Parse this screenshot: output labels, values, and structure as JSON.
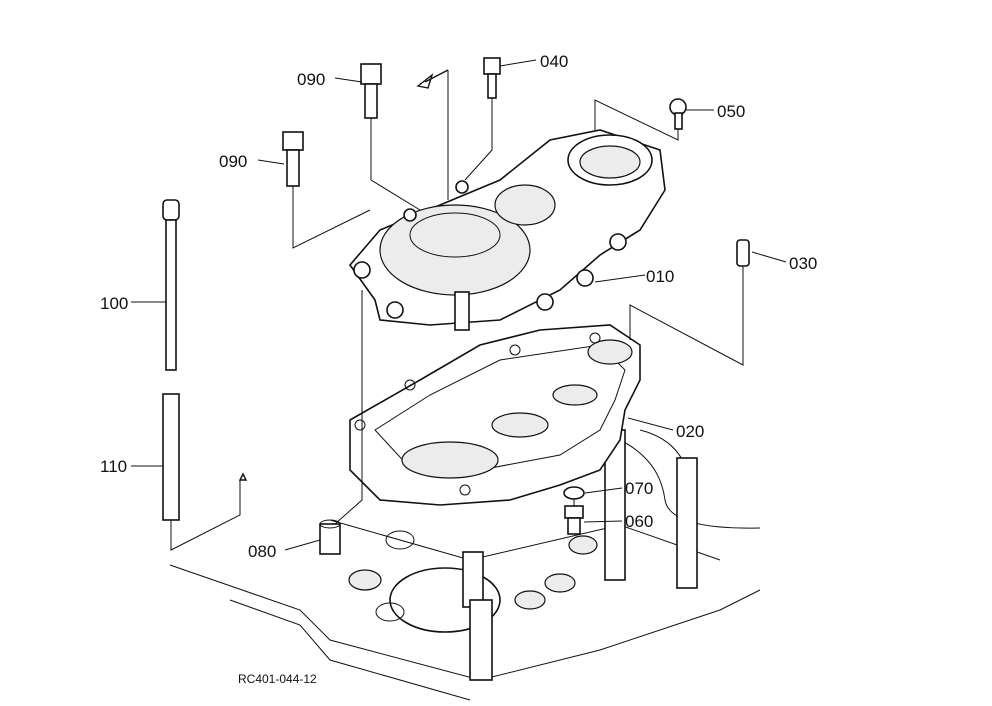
{
  "diagram": {
    "callouts": [
      {
        "id": "040",
        "label": "040"
      },
      {
        "id": "050",
        "label": "050"
      },
      {
        "id": "090a",
        "label": "090"
      },
      {
        "id": "090b",
        "label": "090"
      },
      {
        "id": "100",
        "label": "100"
      },
      {
        "id": "010",
        "label": "010"
      },
      {
        "id": "030",
        "label": "030"
      },
      {
        "id": "020",
        "label": "020"
      },
      {
        "id": "110",
        "label": "110"
      },
      {
        "id": "070",
        "label": "070"
      },
      {
        "id": "060",
        "label": "060"
      },
      {
        "id": "080",
        "label": "080"
      }
    ],
    "drawing_code": "RC401-044-12"
  }
}
